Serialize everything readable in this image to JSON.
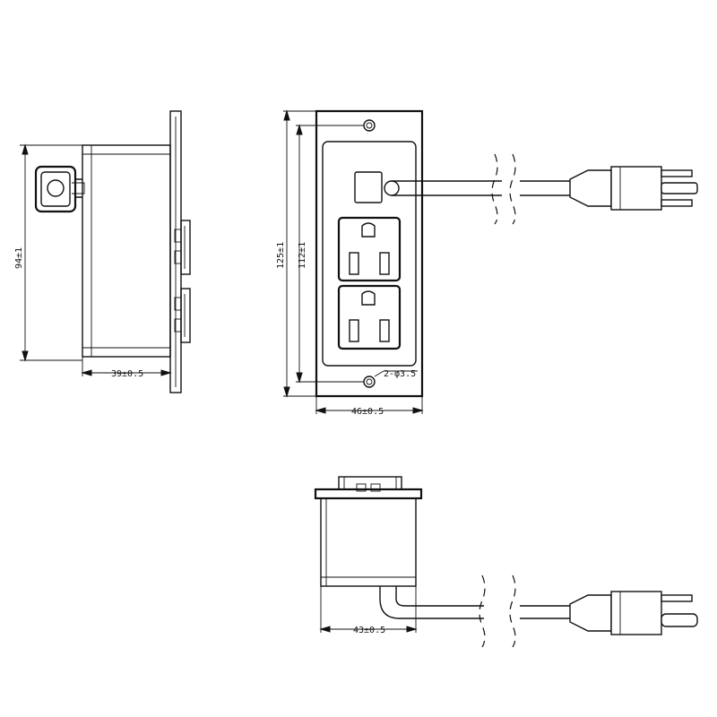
{
  "dimensions": {
    "side_height": "94±1",
    "side_depth": "39±0.5",
    "front_total_height": "125±1",
    "front_inner_height": "112±1",
    "front_width": "46±0.5",
    "hole_spec": "2-φ3.5",
    "bottom_width": "43±0.5"
  },
  "colors": {
    "line": "#111111",
    "background": "#ffffff"
  }
}
